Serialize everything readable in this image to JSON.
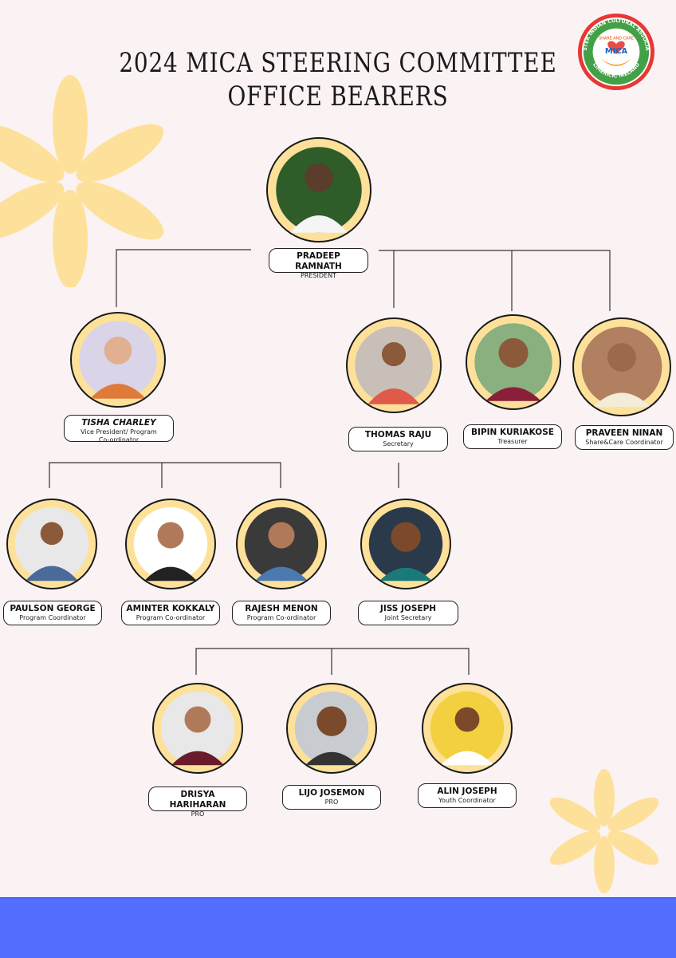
{
  "title": {
    "line1": "2024 MICA STEERING COMMITTEE",
    "line2": "OFFICE BEARERS"
  },
  "logo": {
    "ring_text": "MUNSTER INDIAN CULTURAL ASSOCIATION",
    "inner_text": "SHARE AND CARE",
    "name": "MICA",
    "bottom_text": "LIMERICK, IRELAND"
  },
  "colors": {
    "background": "#fbf2f4",
    "photo_ring": "#fde19a",
    "decor": "#fde19a",
    "footer": "#536dfe"
  },
  "members": {
    "president": {
      "name": "PRADEEP RAMNATH",
      "role": "PRESIDENT"
    },
    "vice_president": {
      "name": "TISHA CHARLEY",
      "role": "Vice President/ Program Co-ordinator"
    },
    "secretary": {
      "name": "THOMAS RAJU",
      "role": "Secretary"
    },
    "treasurer": {
      "name": "BIPIN KURIAKOSE",
      "role": "Treasurer"
    },
    "share_care": {
      "name": "PRAVEEN NINAN",
      "role": "Share&Care Coordinator"
    },
    "program1": {
      "name": "PAULSON GEORGE",
      "role": "Program Coordinator"
    },
    "program2": {
      "name": "AMINTER KOKKALY",
      "role": "Program Co-ordinator"
    },
    "program3": {
      "name": "RAJESH MENON",
      "role": "Program Co-ordinator"
    },
    "joint_secretary": {
      "name": "JISS JOSEPH",
      "role": "Joint Secretary"
    },
    "pro1": {
      "name": "DRISYA HARIHARAN",
      "role": "PRO"
    },
    "pro2": {
      "name": "LIJO JOSEMON",
      "role": "PRO"
    },
    "youth": {
      "name": "ALIN JOSEPH",
      "role": "Youth Coordinator"
    }
  }
}
